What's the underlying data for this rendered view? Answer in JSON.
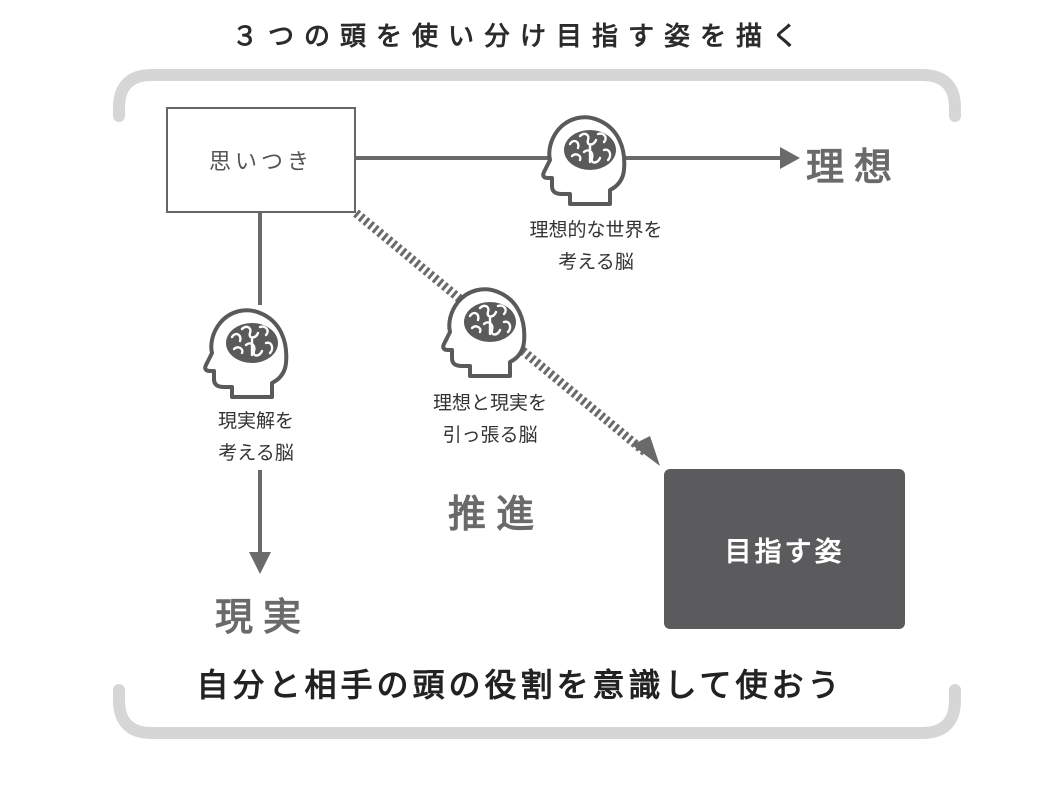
{
  "title": "３つの頭を使い分け目指す姿を描く",
  "idea_box": "思いつき",
  "ideal_label": "理想",
  "reality_label": "現実",
  "drive_label": "推進",
  "goal_box": "目指す姿",
  "brains": {
    "ideal": {
      "line1": "理想的な世界を",
      "line2": "考える脳",
      "icon": "brain-head-icon"
    },
    "reality": {
      "line1": "現実解を",
      "line2": "考える脳",
      "icon": "brain-head-icon"
    },
    "bridge": {
      "line1": "理想と現実を",
      "line2": "引っ張る脳",
      "icon": "brain-head-icon"
    }
  },
  "footer": "自分と相手の頭の役割を意識して使おう",
  "colors": {
    "frame": "#d6d6d6",
    "line": "#6a6a6a",
    "goal_fill": "#5b5b5d"
  }
}
